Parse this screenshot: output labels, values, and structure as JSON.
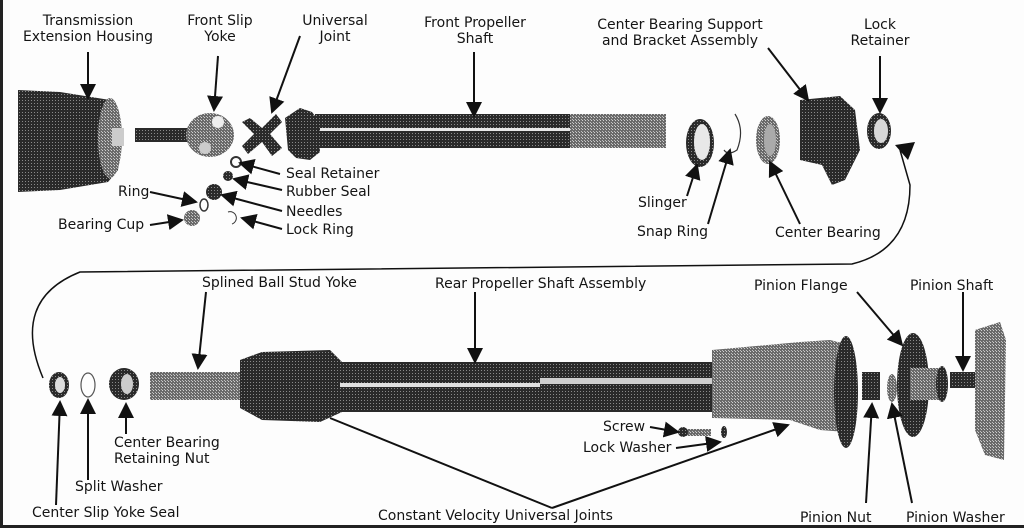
{
  "diagram": {
    "title": "Propeller Shaft Exploded View",
    "front_assembly": {
      "labels": {
        "transmission_extension_housing": [
          "Transmission",
          "Extension Housing"
        ],
        "front_slip_yoke": [
          "Front Slip",
          "Yoke"
        ],
        "universal_joint": [
          "Universal",
          "Joint"
        ],
        "front_propeller_shaft": [
          "Front Propeller",
          "Shaft"
        ],
        "center_bearing_support": [
          "Center Bearing Support",
          "and Bracket Assembly"
        ],
        "lock_retainer": [
          "Lock",
          "Retainer"
        ],
        "seal_retainer": "Seal Retainer",
        "rubber_seal": "Rubber Seal",
        "needles": "Needles",
        "lock_ring": "Lock Ring",
        "ring": "Ring",
        "bearing_cup": "Bearing Cup",
        "slinger": "Slinger",
        "snap_ring": "Snap Ring",
        "center_bearing": "Center Bearing"
      }
    },
    "rear_assembly": {
      "labels": {
        "splined_ball_stud_yoke": "Splined Ball Stud Yoke",
        "rear_propeller_shaft_assembly": "Rear Propeller Shaft Assembly",
        "pinion_flange": "Pinion Flange",
        "pinion_shaft": "Pinion Shaft",
        "center_bearing_retaining_nut": [
          "Center Bearing",
          "Retaining Nut"
        ],
        "split_washer": "Split Washer",
        "center_slip_yoke_seal": "Center Slip Yoke Seal",
        "screw": "Screw",
        "lock_washer": "Lock Washer",
        "constant_velocity_universal_joints": "Constant Velocity Universal Joints",
        "pinion_nut": "Pinion Nut",
        "pinion_washer": "Pinion Washer"
      }
    }
  }
}
